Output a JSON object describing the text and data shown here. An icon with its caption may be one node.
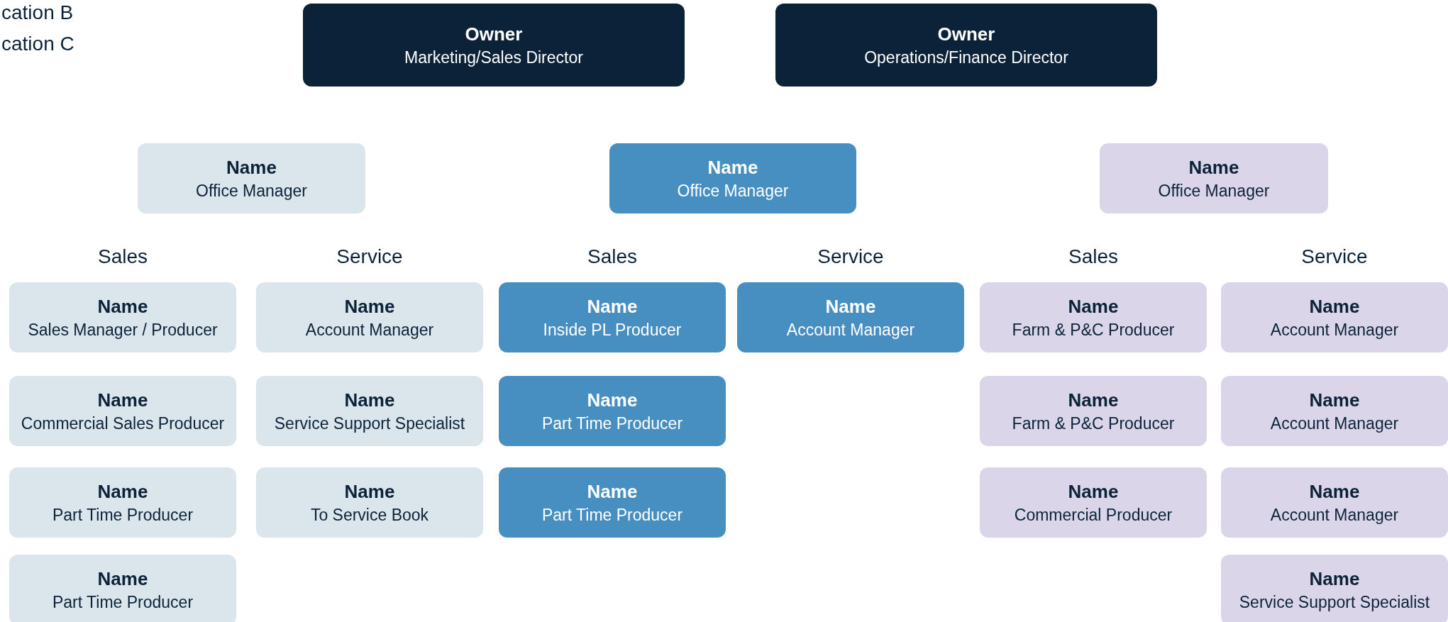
{
  "diagram": {
    "nodes": [
      {
        "text": [
          "Owner",
          "Marketing/Sales Director"
        ]
      },
      {
        "text": [
          "Owner",
          "Operations/Finance Director"
        ]
      },
      {
        "text": [
          "Name",
          "Office Manager"
        ]
      },
      {
        "text": [
          "Name",
          "Office Manager"
        ]
      },
      {
        "text": [
          "Name",
          "Office Manager"
        ]
      },
      {
        "text": [
          "Name",
          "Sales Manager / Producer"
        ]
      },
      {
        "text": [
          "Name",
          "Account Manager"
        ]
      },
      {
        "text": [
          "Name",
          "Inside PL Producer"
        ]
      },
      {
        "text": [
          "Name",
          "Account Manager"
        ]
      },
      {
        "text": [
          "Name",
          "Farm & P&C Producer"
        ]
      },
      {
        "text": [
          "Name",
          "Account Manager"
        ]
      },
      {
        "text": [
          "Name",
          "Commercial Sales Producer"
        ]
      },
      {
        "text": [
          "Name",
          "Service Support Specialist"
        ]
      },
      {
        "text": [
          "Name",
          "Part Time Producer"
        ]
      },
      {
        "text": [
          "Name",
          "Farm & P&C Producer"
        ]
      },
      {
        "text": [
          "Name",
          "Account Manager"
        ]
      },
      {
        "text": [
          "Name",
          "Part Time Producer"
        ]
      },
      {
        "text": [
          "Name",
          "To Service Book"
        ]
      },
      {
        "text": [
          "Name",
          "Part Time Producer"
        ]
      },
      {
        "text": [
          "Name",
          "Commercial Producer"
        ]
      },
      {
        "text": [
          "Name",
          "Account Manager"
        ]
      },
      {
        "text": [
          "Name",
          "Part Time Producer"
        ]
      },
      {
        "text": [
          "Name",
          "Service Support Specialist"
        ]
      }
    ],
    "labels": [
      "cation B",
      "cation C",
      "Sales",
      "Service",
      "Sales",
      "Service",
      "Sales",
      "Service"
    ]
  }
}
